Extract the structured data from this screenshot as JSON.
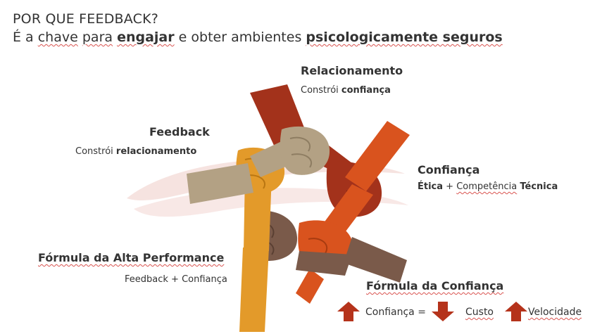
{
  "slide": {
    "title": "POR QUE FEEDBACK?",
    "subtitle": {
      "part1": "É a",
      "part2": "chave",
      "part3": "para",
      "bold1": "engajar",
      "part4": "e obter ambientes",
      "bold2": "psicologicamente seguros"
    }
  },
  "labels": {
    "relacionamento": {
      "title": "Relacionamento",
      "text": "Constrói",
      "bold": "confiança"
    },
    "feedback": {
      "title": "Feedback",
      "text": "Constrói",
      "bold": "relacionamento"
    },
    "confianca": {
      "title": "Confiança",
      "line_bold1": "Ética",
      "line_plus": "+",
      "line_mid": "Competência",
      "line_bold2": "Técnica"
    },
    "alta_performance": {
      "title": "Fórmula da Alta Performance",
      "text": "Feedback + Confiança"
    },
    "formula_confianca": {
      "title": "Fórmula da Confiança",
      "confianca": "Confiança =",
      "custo": "Custo",
      "velocidade": "Velocidade"
    }
  },
  "colors": {
    "arm_dark_red": "#a3321b",
    "arm_orange": "#d9531e",
    "arm_yellow": "#e39a2a",
    "arm_brown": "#7a5a4a",
    "arm_tan": "#b3a184",
    "arrow_red": "#b5331b",
    "swoosh": "#f3d9d6"
  },
  "icons": [
    "arrow-up-icon",
    "arrow-down-icon",
    "arrow-up-icon"
  ]
}
